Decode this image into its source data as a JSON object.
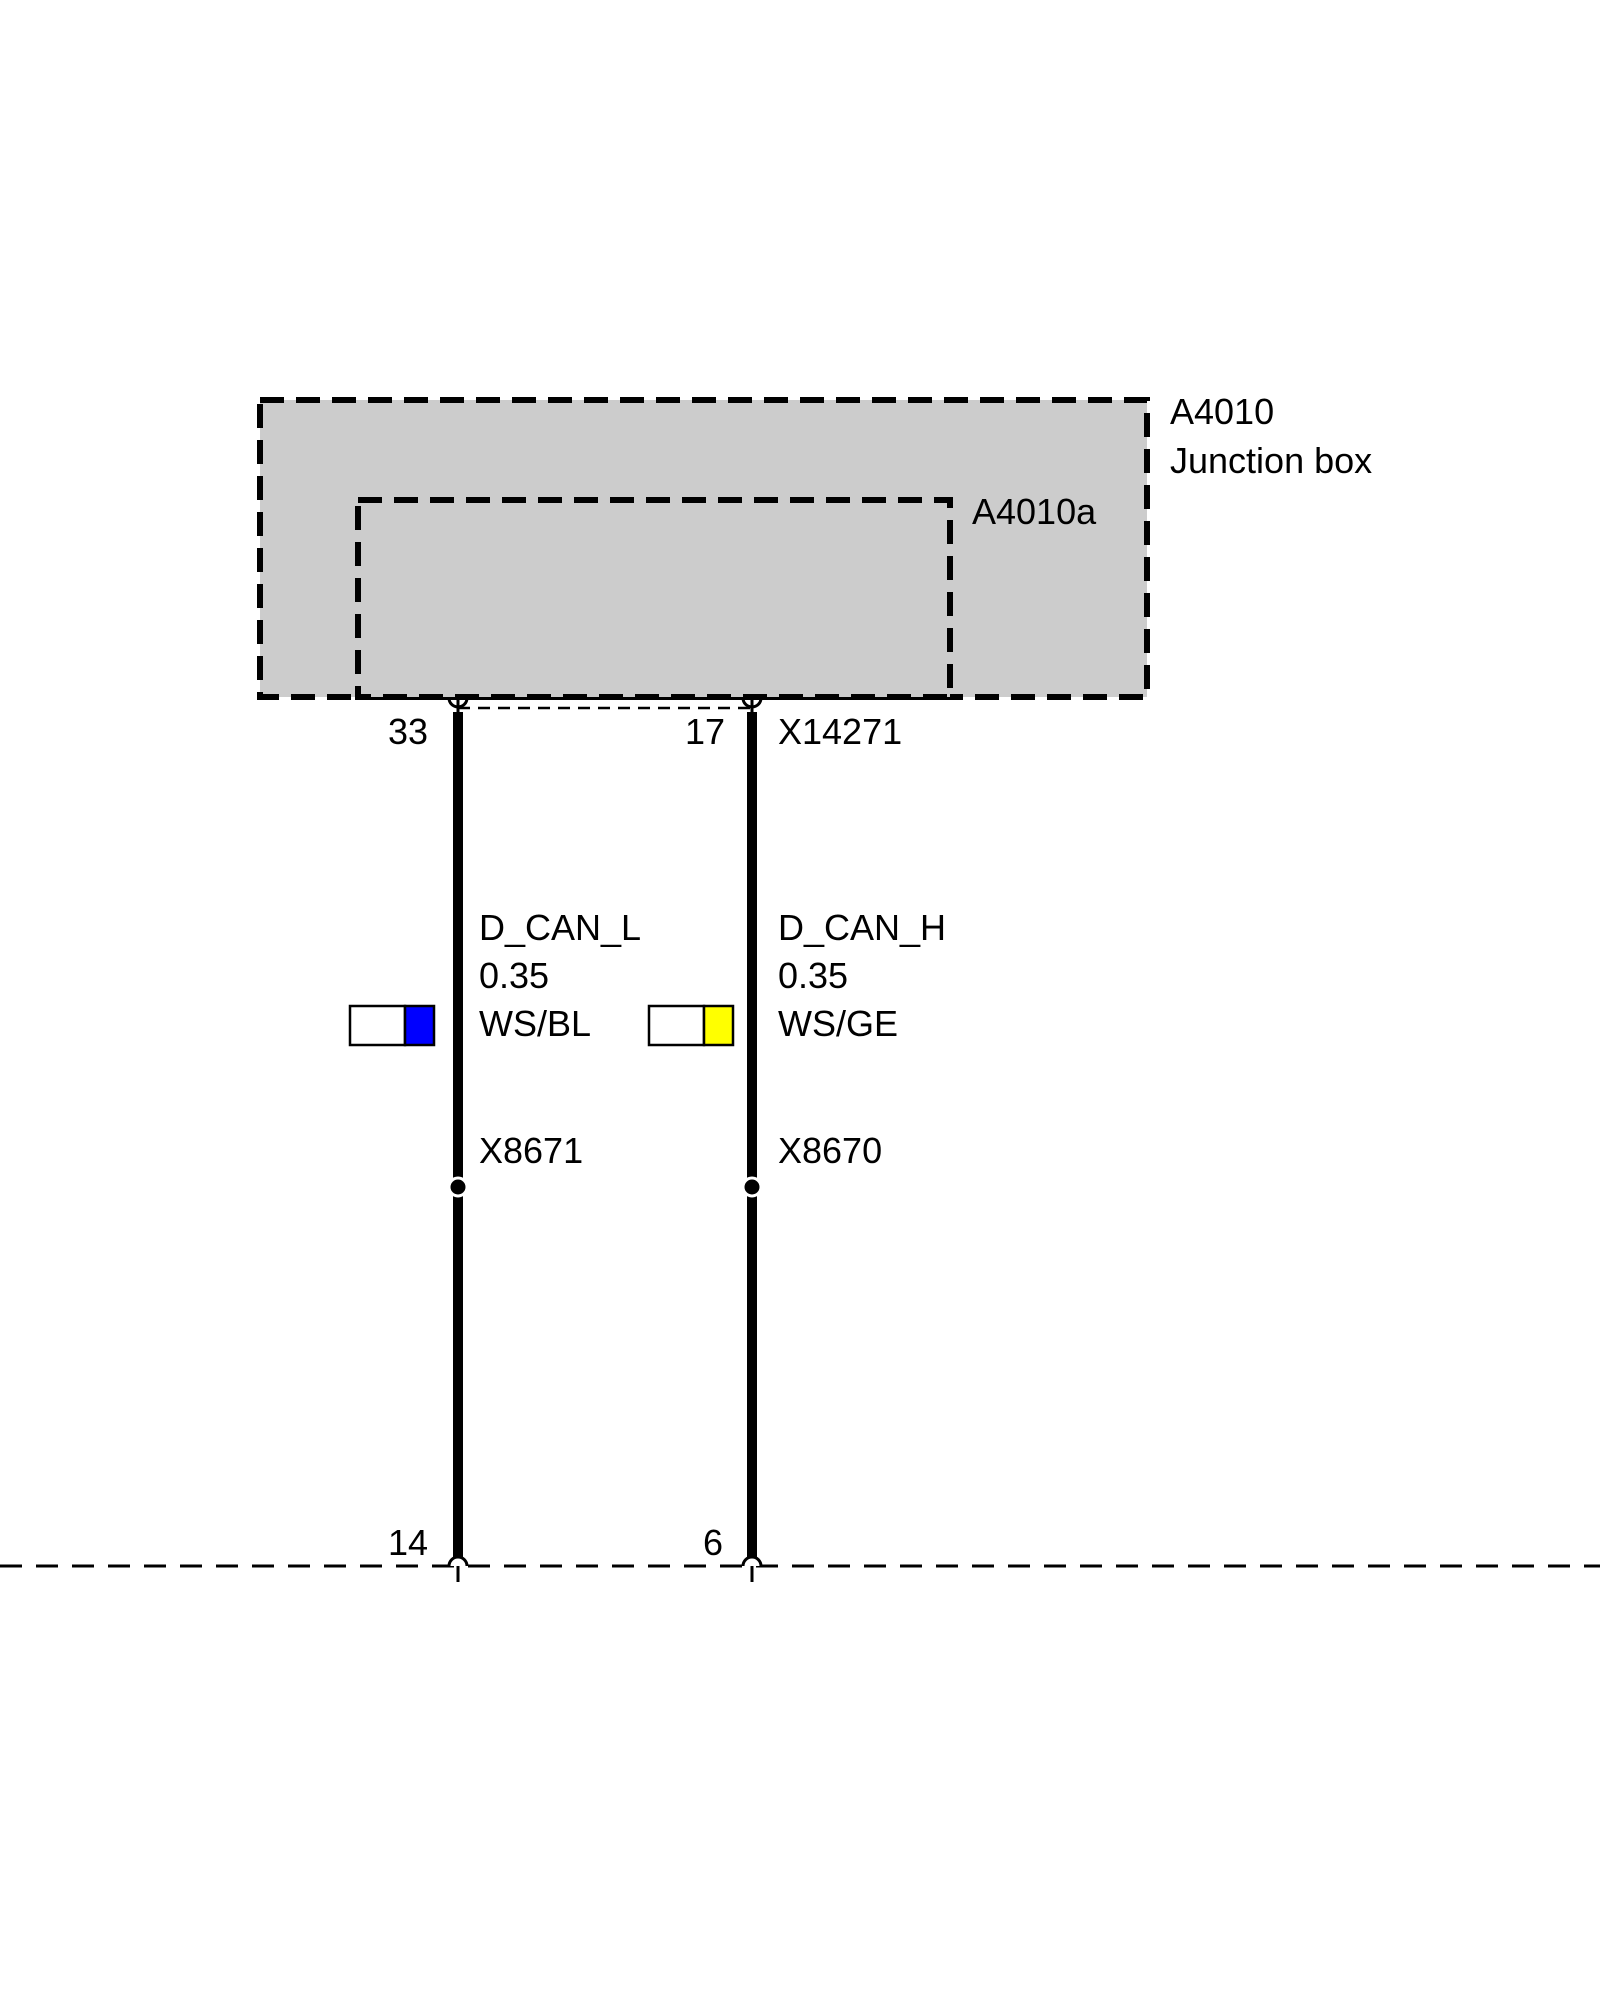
{
  "junction_box": {
    "id": "A4010",
    "name": "Junction box",
    "fill": "#cccccc"
  },
  "sub_component": {
    "id": "A4010a"
  },
  "connector_top": {
    "id": "X14271"
  },
  "wires": [
    {
      "signal": "D_CAN_L",
      "cross_section": "0.35",
      "color_code": "WS/BL",
      "swatch_colors": [
        "#ffffff",
        "#0000ff"
      ],
      "pin_top": "33",
      "pin_bottom": "14",
      "splice": "X8671"
    },
    {
      "signal": "D_CAN_H",
      "cross_section": "0.35",
      "color_code": "WS/GE",
      "swatch_colors": [
        "#ffffff",
        "#ffff00"
      ],
      "pin_top": "17",
      "pin_bottom": "6",
      "splice": "X8670"
    }
  ]
}
